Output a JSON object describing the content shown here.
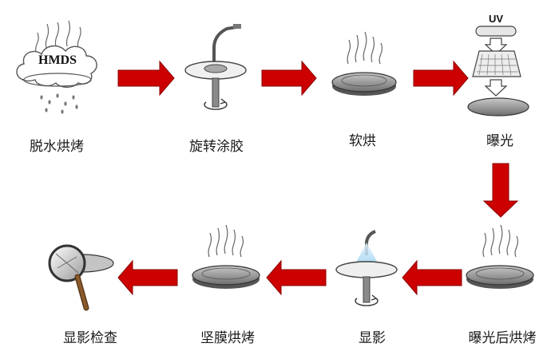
{
  "steps": [
    {
      "label": "脱水烘烤",
      "icon": "hmds-cloud-icon",
      "icon_text": "HMDS"
    },
    {
      "label": "旋转涂胶",
      "icon": "spin-coater-icon"
    },
    {
      "label": "软烘",
      "icon": "hot-plate-icon"
    },
    {
      "label": "曝光",
      "icon": "uv-exposure-icon",
      "icon_text": "UV"
    },
    {
      "label": "曝光后烘烤",
      "icon": "hot-plate-icon"
    },
    {
      "label": "显影",
      "icon": "developer-spray-icon"
    },
    {
      "label": "坚膜烘烤",
      "icon": "hot-plate-icon"
    },
    {
      "label": "显影检查",
      "icon": "magnifier-icon"
    }
  ],
  "colors": {
    "arrow": "#cc0000",
    "arrow_dark": "#8a0000",
    "plate": "#9a9a9a",
    "line": "#333333"
  }
}
